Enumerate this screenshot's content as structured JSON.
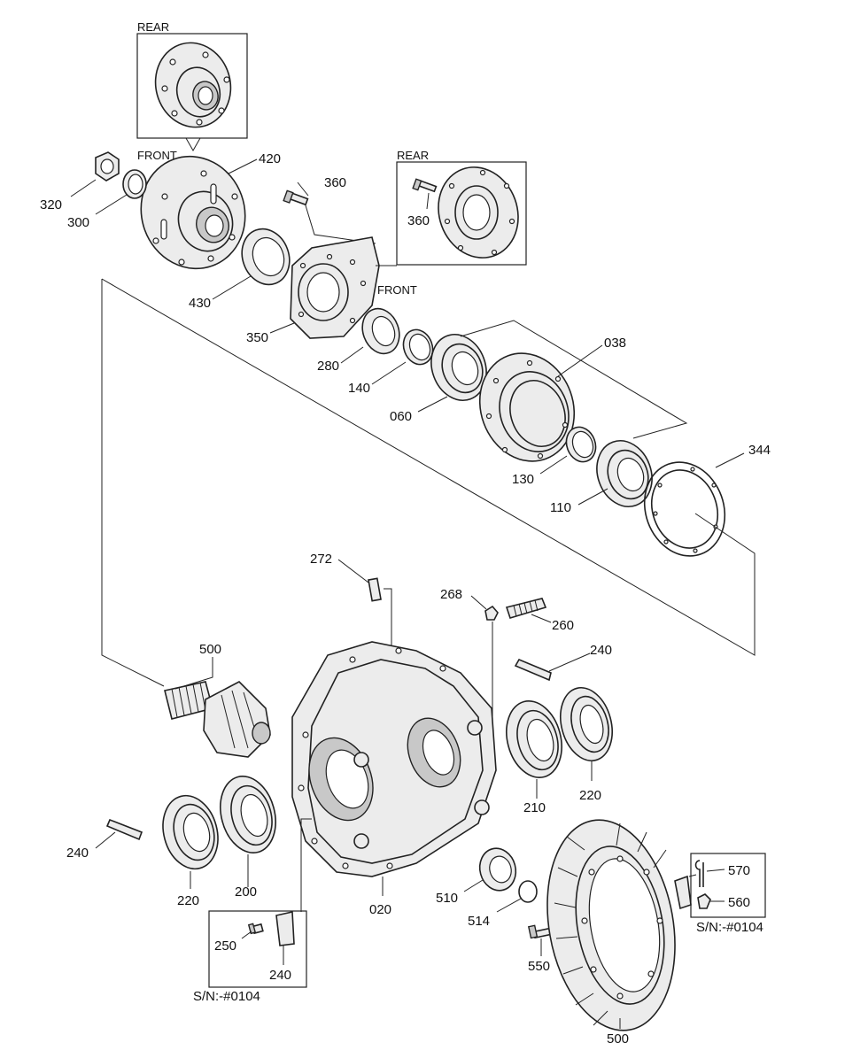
{
  "diagram": {
    "callouts": [
      {
        "id": "320",
        "label": "320"
      },
      {
        "id": "300",
        "label": "300"
      },
      {
        "id": "420",
        "label": "420"
      },
      {
        "id": "360a",
        "label": "360"
      },
      {
        "id": "360b",
        "label": "360"
      },
      {
        "id": "430",
        "label": "430"
      },
      {
        "id": "350",
        "label": "350"
      },
      {
        "id": "280",
        "label": "280"
      },
      {
        "id": "140",
        "label": "140"
      },
      {
        "id": "060",
        "label": "060"
      },
      {
        "id": "038",
        "label": "038"
      },
      {
        "id": "130",
        "label": "130"
      },
      {
        "id": "110",
        "label": "110"
      },
      {
        "id": "344",
        "label": "344"
      },
      {
        "id": "272",
        "label": "272"
      },
      {
        "id": "268",
        "label": "268"
      },
      {
        "id": "260",
        "label": "260"
      },
      {
        "id": "240a",
        "label": "240"
      },
      {
        "id": "500a",
        "label": "500"
      },
      {
        "id": "220a",
        "label": "220"
      },
      {
        "id": "210",
        "label": "210"
      },
      {
        "id": "240b",
        "label": "240"
      },
      {
        "id": "220b",
        "label": "220"
      },
      {
        "id": "200",
        "label": "200"
      },
      {
        "id": "020",
        "label": "020"
      },
      {
        "id": "510",
        "label": "510"
      },
      {
        "id": "514",
        "label": "514"
      },
      {
        "id": "550",
        "label": "550"
      },
      {
        "id": "500b",
        "label": "500"
      },
      {
        "id": "570",
        "label": "570"
      },
      {
        "id": "560",
        "label": "560"
      },
      {
        "id": "250",
        "label": "250"
      },
      {
        "id": "240c",
        "label": "240"
      }
    ],
    "captions": {
      "rear_top": "REAR",
      "front_flange": "FRONT",
      "rear_cover": "REAR",
      "front_cover": "FRONT"
    },
    "serials": {
      "right_box": "S/N:-#0104",
      "left_box": "S/N:-#0104"
    }
  }
}
